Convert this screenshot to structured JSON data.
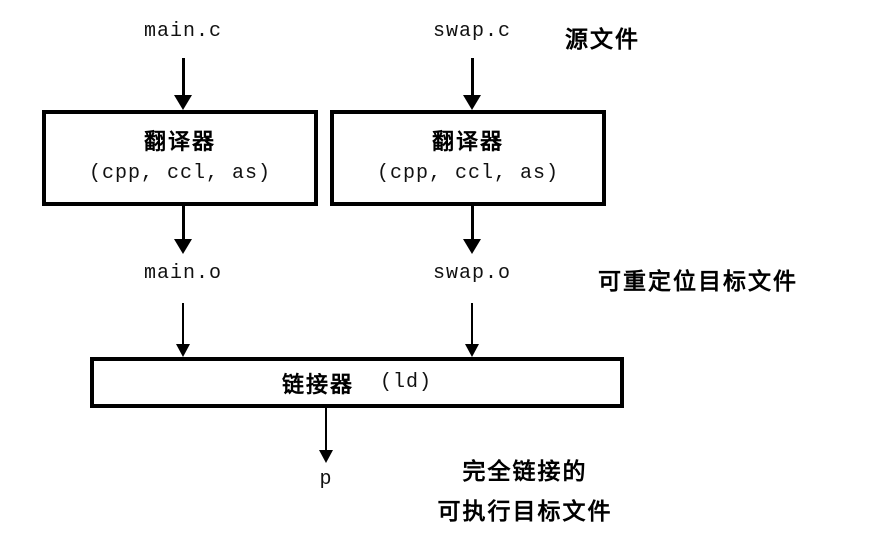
{
  "diagram": {
    "title": "compilation-system-pipeline",
    "colors": {
      "background": "#ffffff",
      "stroke": "#000000",
      "text": "#000000"
    },
    "sources": [
      {
        "label": "main.c"
      },
      {
        "label": "swap.c"
      }
    ],
    "source_annotation": "源文件",
    "translators": [
      {
        "title": "翻译器",
        "subtitle": "(cpp, ccl, as)"
      },
      {
        "title": "翻译器",
        "subtitle": "(cpp, ccl, as)"
      }
    ],
    "objects": [
      {
        "label": "main.o"
      },
      {
        "label": "swap.o"
      }
    ],
    "object_annotation": "可重定位目标文件",
    "linker": {
      "title": "链接器",
      "subtitle": "(ld)"
    },
    "executable": {
      "label": "p",
      "annotation_line1": "完全链接的",
      "annotation_line2": "可执行目标文件"
    }
  }
}
